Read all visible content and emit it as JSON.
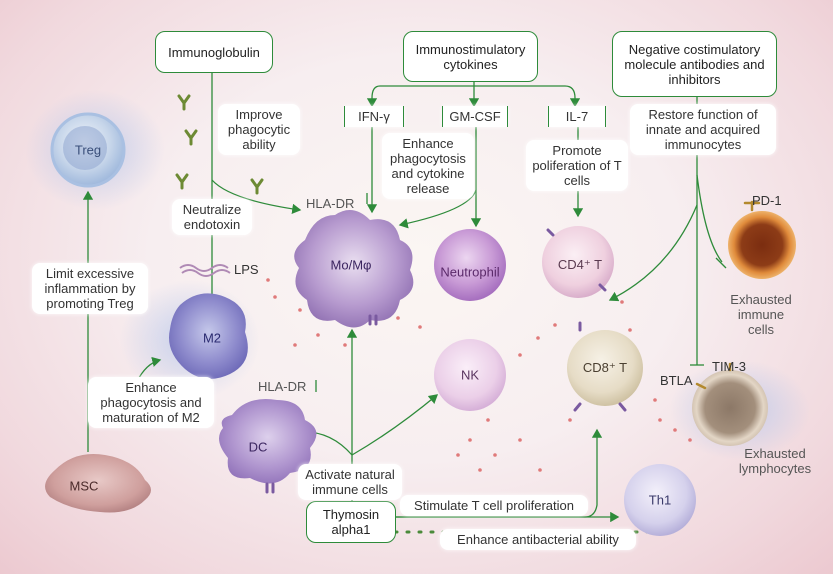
{
  "boxes": {
    "immunoglobulin": "Immunoglobulin",
    "immunostimulatory": "Immunostimulatory cytokines",
    "negative": "Negative costimulatory molecule antibodies and inhibitors",
    "thymosin": "Thymosin alpha1"
  },
  "cytokines": {
    "ifn": "IFN-γ",
    "gmcsf": "GM-CSF",
    "il7": "IL-7"
  },
  "effects": {
    "improve_phagocytic": "Improve phagocytic ability",
    "neutralize_endotoxin": "Neutralize endotoxin",
    "enhance_phago_cytokine": "Enhance phagocytosis and cytokine release",
    "promote_tcells": "Promote poliferation of T cells",
    "restore_function": "Restore function of innate and acquired immunocytes",
    "limit_inflammation": "Limit excessive inflammation by promoting Treg",
    "enhance_m2": "Enhance phagocytosis and maturation of  M2",
    "activate_natural": "Activate natural immune cells",
    "stimulate_t": "Stimulate T cell proliferation",
    "enhance_antibacterial": "Enhance antibacterial ability"
  },
  "cells": {
    "treg": "Treg",
    "momf": "Mo/Mφ",
    "neutrophil": "Neutrophil",
    "cd4": "CD4⁺ T",
    "m2": "M2",
    "nk": "NK",
    "cd8": "CD8⁺ T",
    "dc": "DC",
    "msc": "MSC",
    "th1": "Th1"
  },
  "labels": {
    "hla_dr_1": "HLA-DR",
    "hla_dr_2": "HLA-DR",
    "lps": "LPS",
    "pd1": "PD-1",
    "exhausted_immune": "Exhausted immune cells",
    "tim3": "TIM-3",
    "btla": "BTLA",
    "exhausted_lymph": "Exhausted lymphocytes"
  },
  "colors": {
    "arrow": "#2e8b3a",
    "dots": "#e07a7a"
  }
}
